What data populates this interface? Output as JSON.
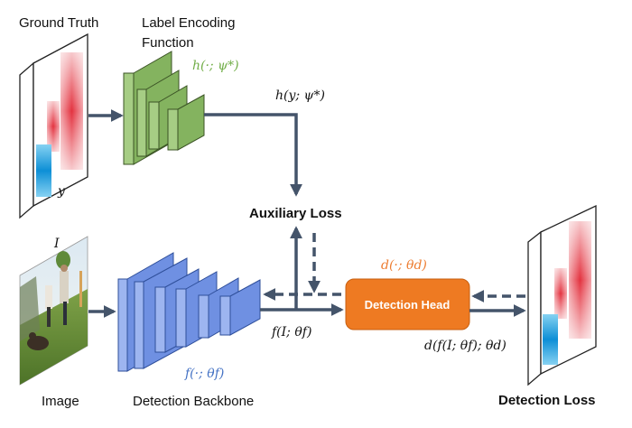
{
  "labels": {
    "ground_truth": "Ground Truth",
    "label_encoding_line1": "Label Encoding",
    "label_encoding_line2": "Function",
    "h_function": "h(·; ψ*)",
    "h_output": "h(y; ψ*)",
    "y_var": "y",
    "auxiliary_loss": "Auxiliary Loss",
    "image_var": "I",
    "image": "Image",
    "detection_backbone": "Detection Backbone",
    "f_function": "f(·; θf)",
    "f_output": "f(I; θf)",
    "d_function": "d(·; θd)",
    "detection_head": "Detection Head",
    "d_output": "d(f(I; θf); θd)",
    "detection_loss": "Detection Loss"
  },
  "colors": {
    "arrow": "#44546a",
    "encoder_green": "#8fb86a",
    "backbone_blue": "#7b9be8",
    "head_orange": "#ee7a22",
    "green_text": "#70ad47",
    "blue_text": "#4472c4",
    "orange_text": "#ed7d31",
    "heatmap_red": "#e8404a",
    "heatmap_blue": "#1aa0e0"
  }
}
